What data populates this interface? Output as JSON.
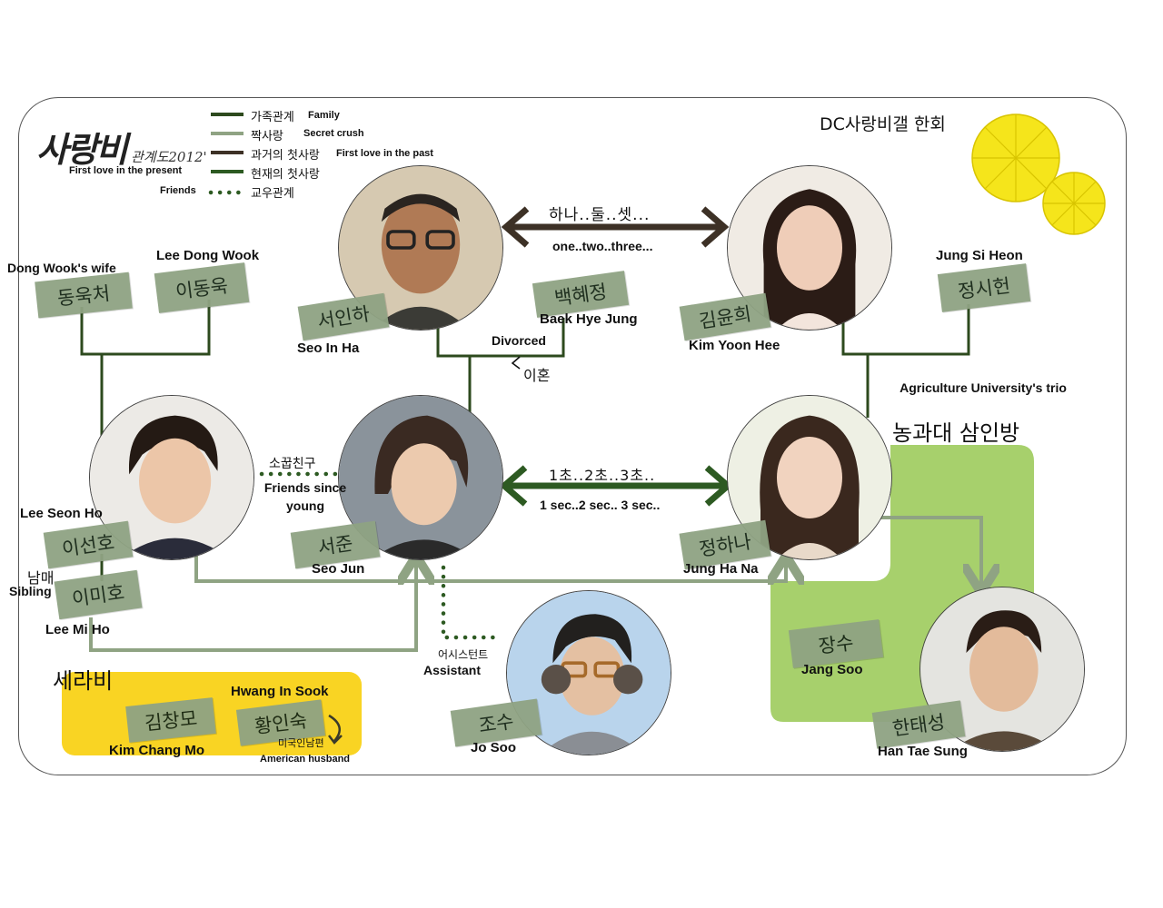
{
  "logo": {
    "title": "사랑비",
    "subtitle": "관계도2012'",
    "tagline": "First love in the present"
  },
  "legend": {
    "items": [
      {
        "ko": "가족관계",
        "en": "Family",
        "color": "#2d4a1e"
      },
      {
        "ko": "짝사랑",
        "en": "Secret crush",
        "color": "#8fa383"
      },
      {
        "ko": "과거의 첫사랑",
        "en": "First love in the past",
        "color": "#3d3126"
      },
      {
        "ko": "현재의 첫사랑",
        "en": "",
        "color": "#2d5a22"
      },
      {
        "ko": "교우관계",
        "en": "Friends",
        "color": "#2d5a22"
      }
    ]
  },
  "credit": "DC사랑비갤 한회",
  "icons": [
    "umbrella-icon",
    "umbrella-icon"
  ],
  "characters": {
    "seo_in_ha": {
      "ko": "서인하",
      "en": "Seo In Ha"
    },
    "kim_yoon_hee": {
      "ko": "김윤희",
      "en": "Kim Yoon Hee"
    },
    "dong_wook_wife": {
      "ko": "동욱처",
      "en": "Dong Wook's wife"
    },
    "lee_dong_wook": {
      "ko": "이동욱",
      "en": "Lee Dong Wook"
    },
    "baek_hye_jung": {
      "ko": "백혜정",
      "en": "Baek Hye Jung"
    },
    "jung_si_heon": {
      "ko": "정시헌",
      "en": "Jung Si Heon"
    },
    "lee_seon_ho": {
      "ko": "이선호",
      "en": "Lee Seon Ho"
    },
    "lee_mi_ho": {
      "ko": "이미호",
      "en": "Lee Mi Ho"
    },
    "seo_jun": {
      "ko": "서준",
      "en": "Seo Jun"
    },
    "jung_ha_na": {
      "ko": "정하나",
      "en": "Jung Ha Na"
    },
    "jang_soo": {
      "ko": "장수",
      "en": "Jang Soo"
    },
    "han_tae_sung": {
      "ko": "한태성",
      "en": "Han Tae Sung"
    },
    "jo_soo": {
      "ko": "조수",
      "en": "Jo Soo"
    },
    "kim_chang_mo": {
      "ko": "김창모",
      "en": "Kim Chang Mo"
    },
    "hwang_in_sook": {
      "ko": "황인숙",
      "en": "Hwang In Sook"
    }
  },
  "relations": {
    "past_love_ko": "하나..둘..셋...",
    "past_love_en": "one..two..three...",
    "present_love_ko": "1초..2초..3초..",
    "present_love_en": "1 sec..2 sec.. 3 sec..",
    "divorced_en": "Divorced",
    "divorced_ko": "이혼",
    "friends_young_ko": "소꿉친구",
    "friends_young_en": "Friends since young",
    "sibling_ko": "남매",
    "sibling_en": "Sibling",
    "assistant_ko": "어시스턴트",
    "assistant_en": "Assistant",
    "husband_ko": "미국인남편",
    "husband_en": "American husband"
  },
  "groups": {
    "trio_en": "Agriculture University's trio",
    "trio_ko": "농과대 삼인방",
    "serabi": "세라비"
  }
}
